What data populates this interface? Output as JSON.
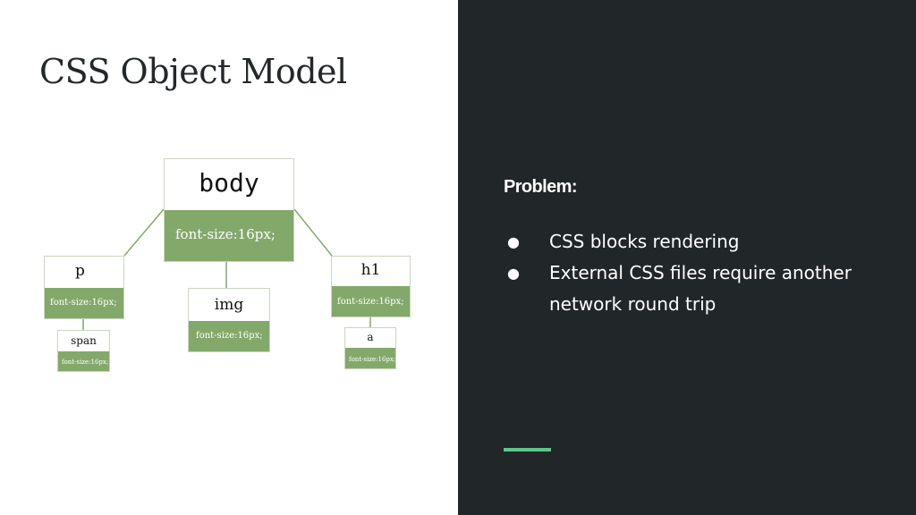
{
  "slide": {
    "title": "CSS Object Model",
    "right": {
      "heading": "Problem:",
      "bullets": [
        "CSS blocks rendering",
        "External CSS files require another network round trip"
      ],
      "bullet_marker": "●"
    }
  },
  "diagram": {
    "nodes": {
      "body": {
        "label": "body",
        "prop": "font-size:16px;"
      },
      "p": {
        "label": "p",
        "prop": "font-size:16px;"
      },
      "img": {
        "label": "img",
        "prop": "font-size:16px;"
      },
      "h1": {
        "label": "h1",
        "prop": "font-size:16px;"
      },
      "span": {
        "label": "span",
        "prop": "font-size:16px;"
      },
      "a": {
        "label": "a",
        "prop": "font-size:16px;"
      }
    },
    "edges": [
      [
        "body",
        "p"
      ],
      [
        "body",
        "img"
      ],
      [
        "body",
        "h1"
      ],
      [
        "p",
        "span"
      ],
      [
        "h1",
        "a"
      ]
    ]
  },
  "colors": {
    "panel_dark": "#212628",
    "node_green": "#83a96a",
    "accent": "#5ec78a",
    "title_text": "#23282a"
  }
}
